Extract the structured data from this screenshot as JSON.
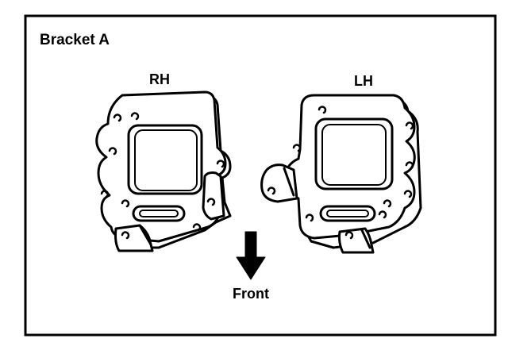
{
  "title": "Bracket A",
  "brackets": [
    {
      "label": "RH"
    },
    {
      "label": "LH"
    }
  ],
  "direction": {
    "label": "Front",
    "icon": "arrow-down-icon"
  },
  "colors": {
    "line": "#000000",
    "background": "#ffffff"
  }
}
